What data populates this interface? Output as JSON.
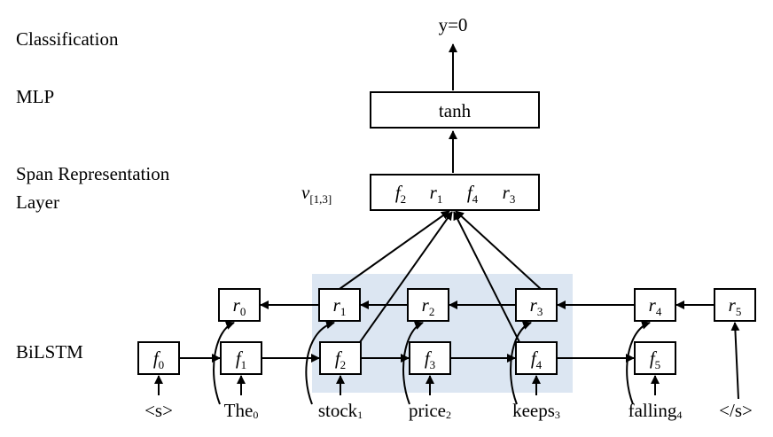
{
  "layer_labels": {
    "classification": "Classification",
    "mlp": "MLP",
    "span_line1": "Span Representation",
    "span_line2": "Layer",
    "bilstm": "BiLSTM"
  },
  "output": "y=0",
  "mlp_box": "tanh",
  "span": {
    "label_var": "v",
    "label_sub": "[1,3]",
    "items": [
      {
        "var": "f",
        "sub": "2"
      },
      {
        "var": "r",
        "sub": "1"
      },
      {
        "var": "f",
        "sub": "4"
      },
      {
        "var": "r",
        "sub": "3"
      }
    ]
  },
  "forward_nodes": [
    {
      "var": "f",
      "sub": "0"
    },
    {
      "var": "f",
      "sub": "1"
    },
    {
      "var": "f",
      "sub": "2"
    },
    {
      "var": "f",
      "sub": "3"
    },
    {
      "var": "f",
      "sub": "4"
    },
    {
      "var": "f",
      "sub": "5"
    }
  ],
  "backward_nodes": [
    {
      "var": "r",
      "sub": "0"
    },
    {
      "var": "r",
      "sub": "1"
    },
    {
      "var": "r",
      "sub": "2"
    },
    {
      "var": "r",
      "sub": "3"
    },
    {
      "var": "r",
      "sub": "4"
    },
    {
      "var": "r",
      "sub": "5"
    }
  ],
  "tokens": [
    {
      "text": "<s>",
      "sub": ""
    },
    {
      "text": "The",
      "sub": "0"
    },
    {
      "text": "stock",
      "sub": "1"
    },
    {
      "text": "price",
      "sub": "2"
    },
    {
      "text": "keeps",
      "sub": "3"
    },
    {
      "text": "falling",
      "sub": "4"
    },
    {
      "text": "</s>",
      "sub": ""
    }
  ],
  "colors": {
    "highlight": "#dce6f2",
    "stroke": "#000000"
  }
}
